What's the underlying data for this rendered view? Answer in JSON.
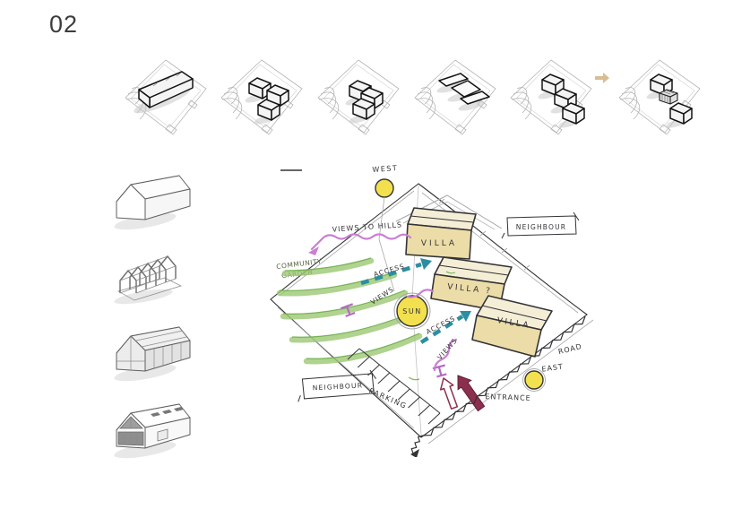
{
  "page": {
    "number": "02"
  },
  "massing_sequence": {
    "steps": [
      {
        "name": "single-bar-volume"
      },
      {
        "name": "three-separate-volumes"
      },
      {
        "name": "three-linked-volumes"
      },
      {
        "name": "three-staggered-slabs"
      },
      {
        "name": "three-staggered-volumes"
      },
      {
        "name": "final-scheme-with-greenhouse"
      }
    ],
    "arrow_icon": "arrow-right-icon"
  },
  "concept_models": [
    {
      "name": "solid-gable-volume"
    },
    {
      "name": "gable-frame-structure"
    },
    {
      "name": "glazed-greenhouse"
    },
    {
      "name": "clad-house-with-openings"
    }
  ],
  "sketch": {
    "west": "WEST",
    "east": "EAST",
    "sun": "SUN",
    "views_to_hills": "VIEWS TO HILLS",
    "views_a": "VIEWS",
    "views_b": "VIEWS",
    "access_a": "ACCESS",
    "access_b": "ACCESS",
    "community_line1": "COMMUNITY",
    "community_line2": "GARDEN",
    "neighbour_right": "NEIGHBOUR",
    "neighbour_left": "NEIGHBOUR",
    "parking": "PARKING",
    "entrance": "ENTRANCE",
    "road": "ROAD",
    "villa_top": "VILLA",
    "villa_mid": "VILLA ?",
    "villa_bottom": "VILLA"
  },
  "colors": {
    "ink": "#333336",
    "pencil": "#a8a8a8",
    "villa": "#ecdca8",
    "villa_top": "#f5eed6",
    "sun": "#f3e04e",
    "teal": "#2c8ea1",
    "maroon": "#8c2f4e",
    "views": "#c97fd2",
    "garden": "#9cc874",
    "garden_dark": "#6fae4a",
    "bench": "#b36cc0",
    "tan_arrow": "#d9bd92",
    "green_text": "#55643c"
  }
}
